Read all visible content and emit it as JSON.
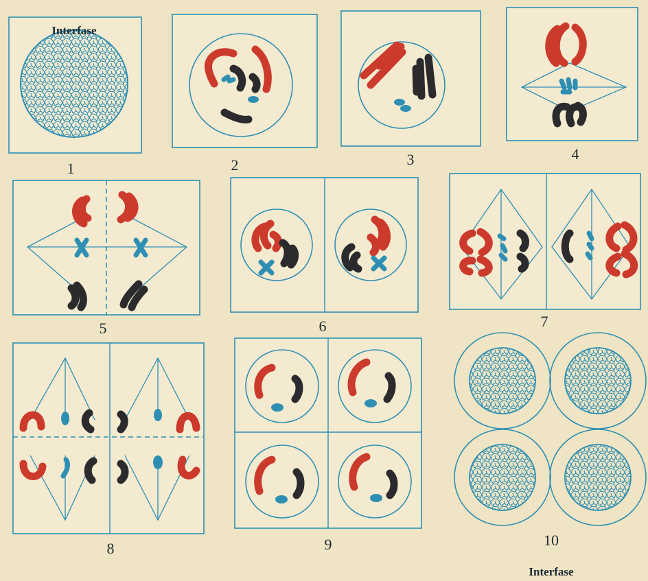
{
  "colors": {
    "background": "#efe4c4",
    "line": "#2e8fb3",
    "chromosome_red": "#cc3a2c",
    "chromosome_black": "#2b2b2e",
    "chromosome_blue": "#2e8fb3"
  },
  "panels": [
    {
      "number": "1",
      "title": "Interfase"
    },
    {
      "number": "2"
    },
    {
      "number": "3"
    },
    {
      "number": "4"
    },
    {
      "number": "5"
    },
    {
      "number": "6"
    },
    {
      "number": "7"
    },
    {
      "number": "8"
    },
    {
      "number": "9"
    },
    {
      "number": "10",
      "title": "Interfase"
    }
  ]
}
